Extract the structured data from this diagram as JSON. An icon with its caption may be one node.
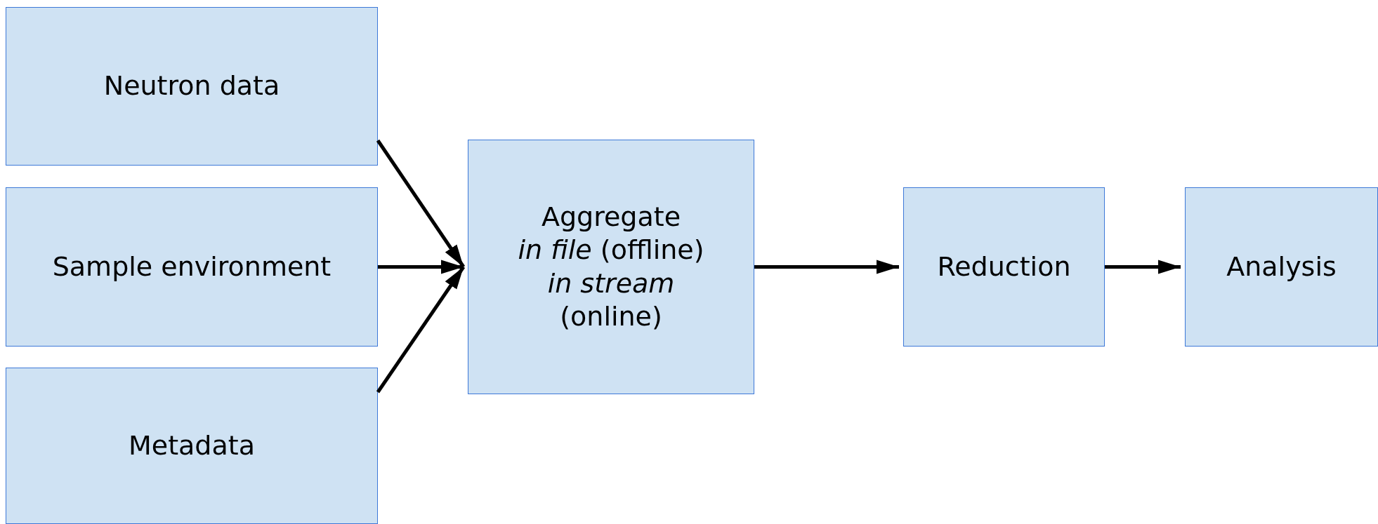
{
  "diagram": {
    "nodes": [
      {
        "text": [
          "Neutron data"
        ]
      },
      {
        "text": [
          "Sample environment"
        ]
      },
      {
        "text": [
          "Metadata"
        ]
      },
      {
        "text": [
          "Aggregate",
          "*in file* (offline)",
          "*in stream* (online)"
        ]
      },
      {
        "text": [
          "Reduction"
        ]
      },
      {
        "text": [
          "Analysis"
        ]
      }
    ],
    "edges": [
      {
        "from": 0,
        "to": 3,
        "arrow": "to"
      },
      {
        "from": 1,
        "to": 3,
        "arrow": "to"
      },
      {
        "from": 2,
        "to": 3,
        "arrow": "to"
      },
      {
        "from": 3,
        "to": 4,
        "arrow": "to"
      },
      {
        "from": 4,
        "to": 5,
        "arrow": "to"
      }
    ]
  }
}
